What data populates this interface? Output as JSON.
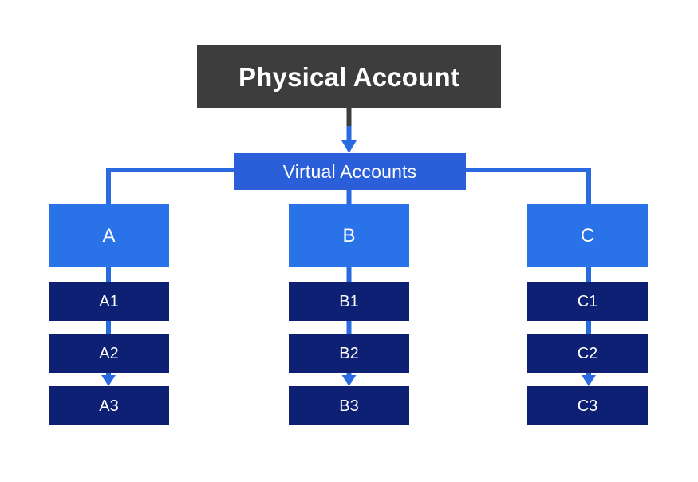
{
  "diagram": {
    "title_node": {
      "label": "Physical Account",
      "color": "#3d3d3d"
    },
    "hub_node": {
      "label": "Virtual Accounts",
      "color": "#2a5fd9"
    },
    "group_color": "#2972e8",
    "leaf_color": "#0d2073",
    "connector_color": "#2a6ae0",
    "root_connector_color": "#3d3d3d",
    "background": "#ffffff",
    "columns": [
      {
        "group_label": "A",
        "leaves": [
          "A1",
          "A2",
          "A3"
        ]
      },
      {
        "group_label": "B",
        "leaves": [
          "B1",
          "B2",
          "B3"
        ]
      },
      {
        "group_label": "C",
        "leaves": [
          "C1",
          "C2",
          "C3"
        ]
      }
    ]
  }
}
